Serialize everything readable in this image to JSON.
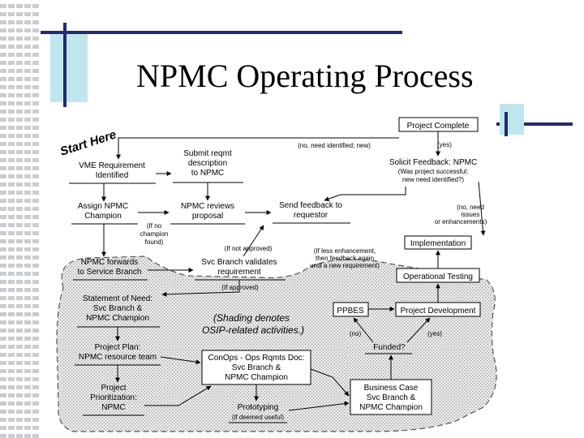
{
  "slide": {
    "title": "NPMC Operating Process"
  },
  "diagram": {
    "start_here": "Start Here",
    "shading_note_line1": "(Shading denotes",
    "shading_note_line2": "OSIP-related activities.)",
    "nodes": {
      "project_complete": "Project Complete",
      "vme_line1": "VME Requirement",
      "vme_line2": "Identified",
      "submit_line1": "Submit reqmt",
      "submit_line2": "description",
      "submit_line3": "to NPMC",
      "solicit_line1": "Solicit Feedback: NPMC",
      "solicit_line2": "(Was project successful;",
      "solicit_line3": "new need identified?)",
      "assign_line1": "Assign NPMC",
      "assign_line2": "Champion",
      "reviews_line1": "NPMC reviews",
      "reviews_line2": "proposal",
      "sendfb_line1": "Send feedback to",
      "sendfb_line2": "requestor",
      "implementation": "Implementation",
      "forwards_line1": "NPMC forwards",
      "forwards_line2": "to Service Branch",
      "validates_line1": "Svc Branch validates",
      "validates_line2": "requirement",
      "operational_testing": "Operational Testing",
      "son_line1": "Statement of Need:",
      "son_line2": "Svc Branch &",
      "son_line3": "NPMC Champion",
      "ppbes": "PPBES",
      "project_development": "Project Development",
      "plan_line1": "Project Plan:",
      "plan_line2": "NPMC resource team",
      "funded": "Funded?",
      "conops_line1": "ConOps - Ops Rqmts Doc:",
      "conops_line2": "Svc Branch &",
      "conops_line3": "NPMC Champion",
      "prior_line1": "Project",
      "prior_line2": "Prioritization:",
      "prior_line3": "NPMC",
      "bc_line1": "Business Case",
      "bc_line2": "Svc Branch &",
      "bc_line3": "NPMC Champion",
      "proto_line1": "Prototyping",
      "proto_line2": "(if deemed useful)"
    },
    "labels": {
      "no_need": "(no, need identified; new)",
      "yes_top": "(yes)",
      "defined_line1": "(no, need",
      "defined_line2": "issues",
      "defined_line3": "or enhancements)",
      "champion_line1": "(If no",
      "champion_line2": "champion",
      "champion_line3": "found)",
      "not_approved": "(If not approved)",
      "enh_line1": "(If less enhancement,",
      "enh_line2": "then feedback again",
      "enh_line3": "until a new requirement)",
      "approved": "(If approved)",
      "no_bottom": "(no)",
      "yes_bottom": "(yes)"
    }
  }
}
